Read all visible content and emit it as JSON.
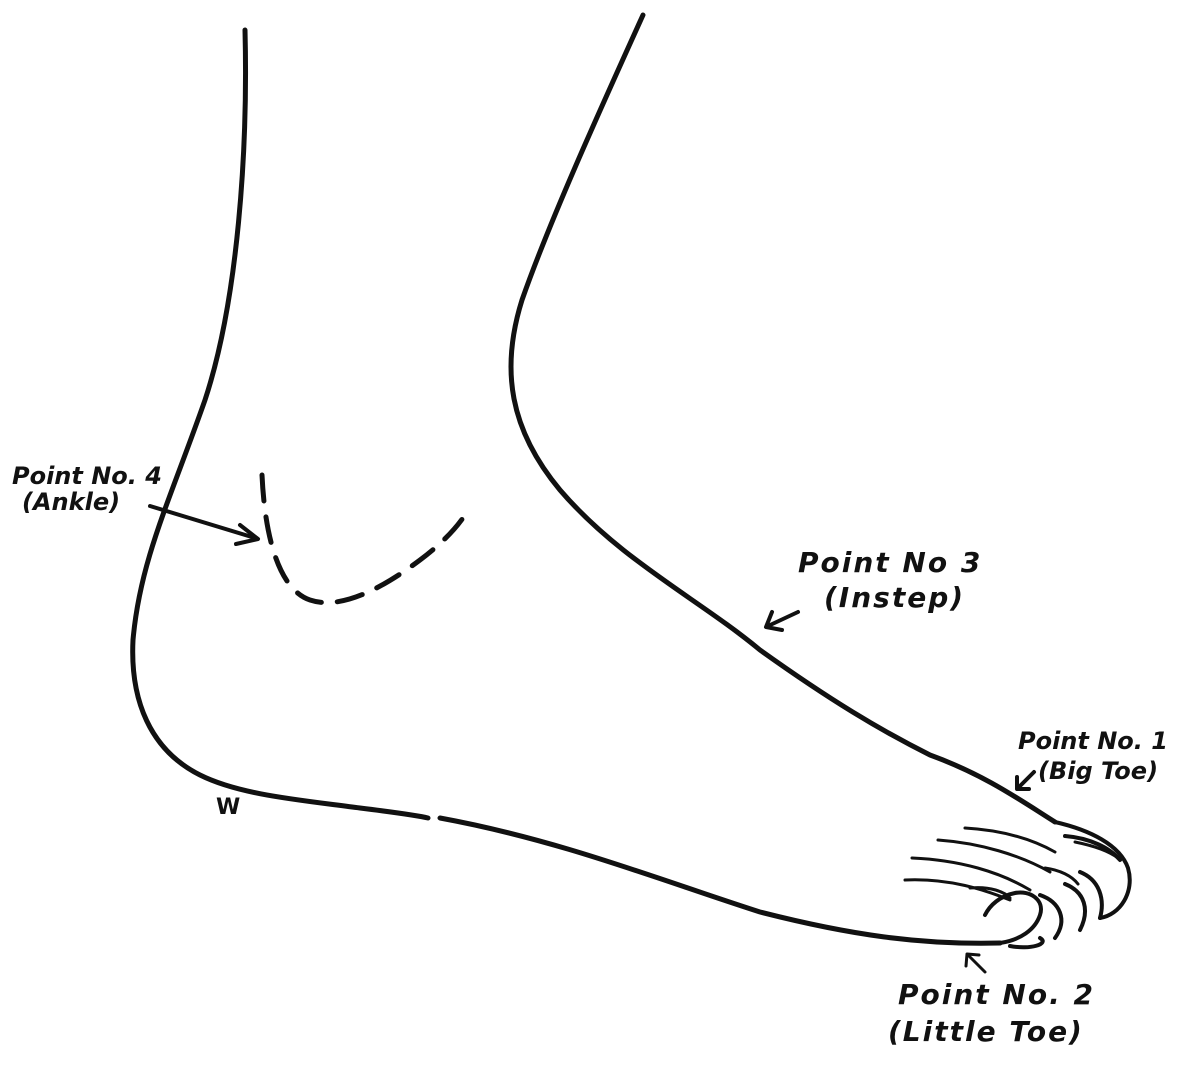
{
  "labels": {
    "point4": {
      "title": "Point No. 4",
      "sub": "(Ankle)"
    },
    "point3": {
      "title": "Point No 3",
      "sub": "(Instep)"
    },
    "point1": {
      "title": "Point No. 1",
      "sub": "(Big Toe)"
    },
    "point2": {
      "title": "Point No. 2",
      "sub": "(Little Toe)"
    },
    "heel_mark": "W"
  },
  "colors": {
    "ink": "#111111",
    "paper": "#ffffff"
  }
}
